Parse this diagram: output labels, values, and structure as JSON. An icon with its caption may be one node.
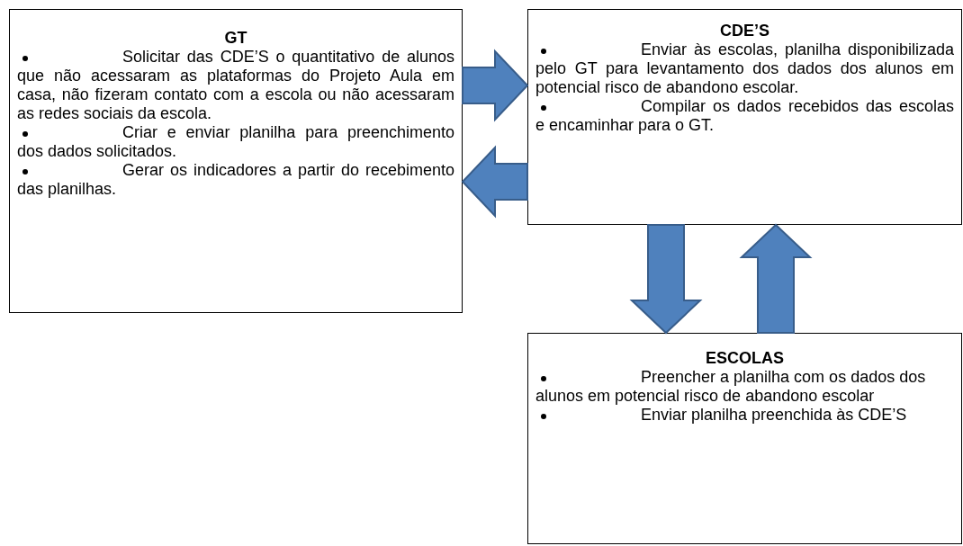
{
  "diagram": {
    "nodes": [
      {
        "text": [
          "GT",
          "Solicitar das CDE’S o quantitativo de alunos que não acessaram as plataformas do Projeto Aula em casa, não fizeram contato com a escola ou não acessaram as redes sociais da escola.",
          "Criar e enviar planilha para preenchimento dos dados solicitados.",
          "Gerar os indicadores a partir do recebimento das planilhas."
        ]
      },
      {
        "text": [
          "CDE’S",
          "Enviar às escolas, planilha disponibilizada pelo GT para levantamento dos dados dos alunos em potencial risco de abandono escolar.",
          "Compilar os dados recebidos das escolas e encaminhar para o GT."
        ]
      },
      {
        "text": [
          "ESCOLAS",
          "Preencher a planilha com os dados dos alunos em potencial risco de abandono escolar",
          "Enviar planilha preenchida às CDE’S"
        ]
      }
    ],
    "edges": [
      {
        "from": 0,
        "to": 1,
        "arrow": "to"
      },
      {
        "from": 1,
        "to": 0,
        "arrow": "to"
      },
      {
        "from": 1,
        "to": 2,
        "arrow": "to"
      },
      {
        "from": 2,
        "to": 1,
        "arrow": "to"
      }
    ]
  }
}
